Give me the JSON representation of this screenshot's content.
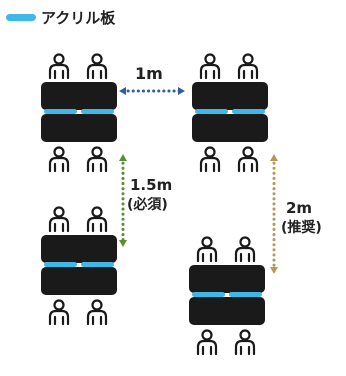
{
  "legend": {
    "label": "アクリル板",
    "color": "#3fb8e8"
  },
  "colors": {
    "table": "#1a1a1a",
    "person": "#1a1a1a",
    "acrylic": "#3fb8e8",
    "horizontal_arrow": "#2f5e9e",
    "required_arrow": "#5a8f2f",
    "recommended_arrow": "#b8955a"
  },
  "distances": {
    "horizontal": {
      "label": "1m"
    },
    "required": {
      "label": "1.5m",
      "note": "(必須)"
    },
    "recommended": {
      "label": "2m",
      "note": "(推奨)"
    }
  },
  "icons": [
    "person-icon",
    "acrylic-partition-icon"
  ]
}
